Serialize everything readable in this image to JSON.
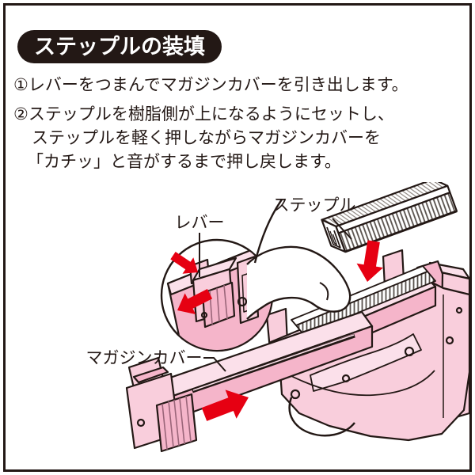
{
  "title": "ステップルの装填",
  "steps": {
    "step1": "①レバーをつまんでマガジンカバーを引き出します。",
    "step2_line1": "②ステップルを樹脂側が上になるようにセットし、",
    "step2_line2": "ステップルを軽く押しながらマガジンカバーを",
    "step2_line3": "「カチッ」と音がするまで押し戻します。"
  },
  "diagram_labels": {
    "lever": "レバー",
    "staple": "ステップル",
    "magazine_cover": "マガジンカバー"
  },
  "colors": {
    "outline": "#231815",
    "title_background": "#231815",
    "title_text": "#FFFFFF",
    "body_pink_light": "#F9CEDC",
    "body_pink_lighter": "#FBE0EA",
    "body_pink_mid": "#F5B5CA",
    "arrow_red": "#E60012"
  }
}
